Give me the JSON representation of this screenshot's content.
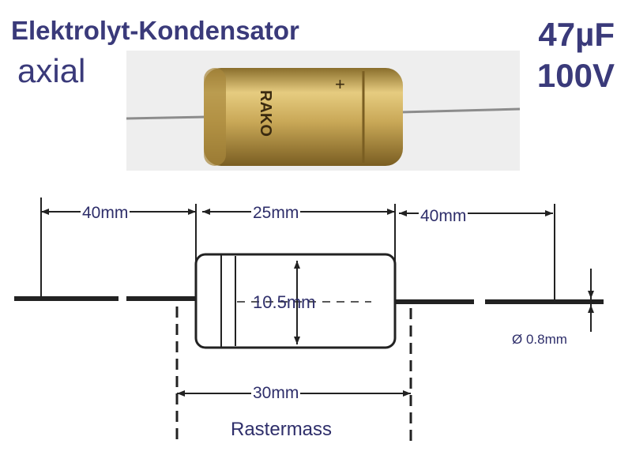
{
  "header": {
    "title": "Elektrolyt-Kondensator",
    "subtitle": "axial",
    "capacitance": "47µF",
    "voltage": "100V"
  },
  "photo": {
    "printed_text": "RAKO",
    "colors": {
      "body": "#c9a857",
      "body_dark": "#8a6e2c",
      "lead": "#8c8c8c",
      "background": "#eeeeee"
    }
  },
  "drawing": {
    "lead_length_left": "40mm",
    "body_length": "25mm",
    "lead_length_right": "40mm",
    "body_diameter": "10.5mm",
    "lead_pitch": "30mm",
    "pitch_label": "Rastermass",
    "lead_diameter": "Ø 0.8mm"
  },
  "colors": {
    "text": "#3a3a7a",
    "line": "#222222"
  }
}
